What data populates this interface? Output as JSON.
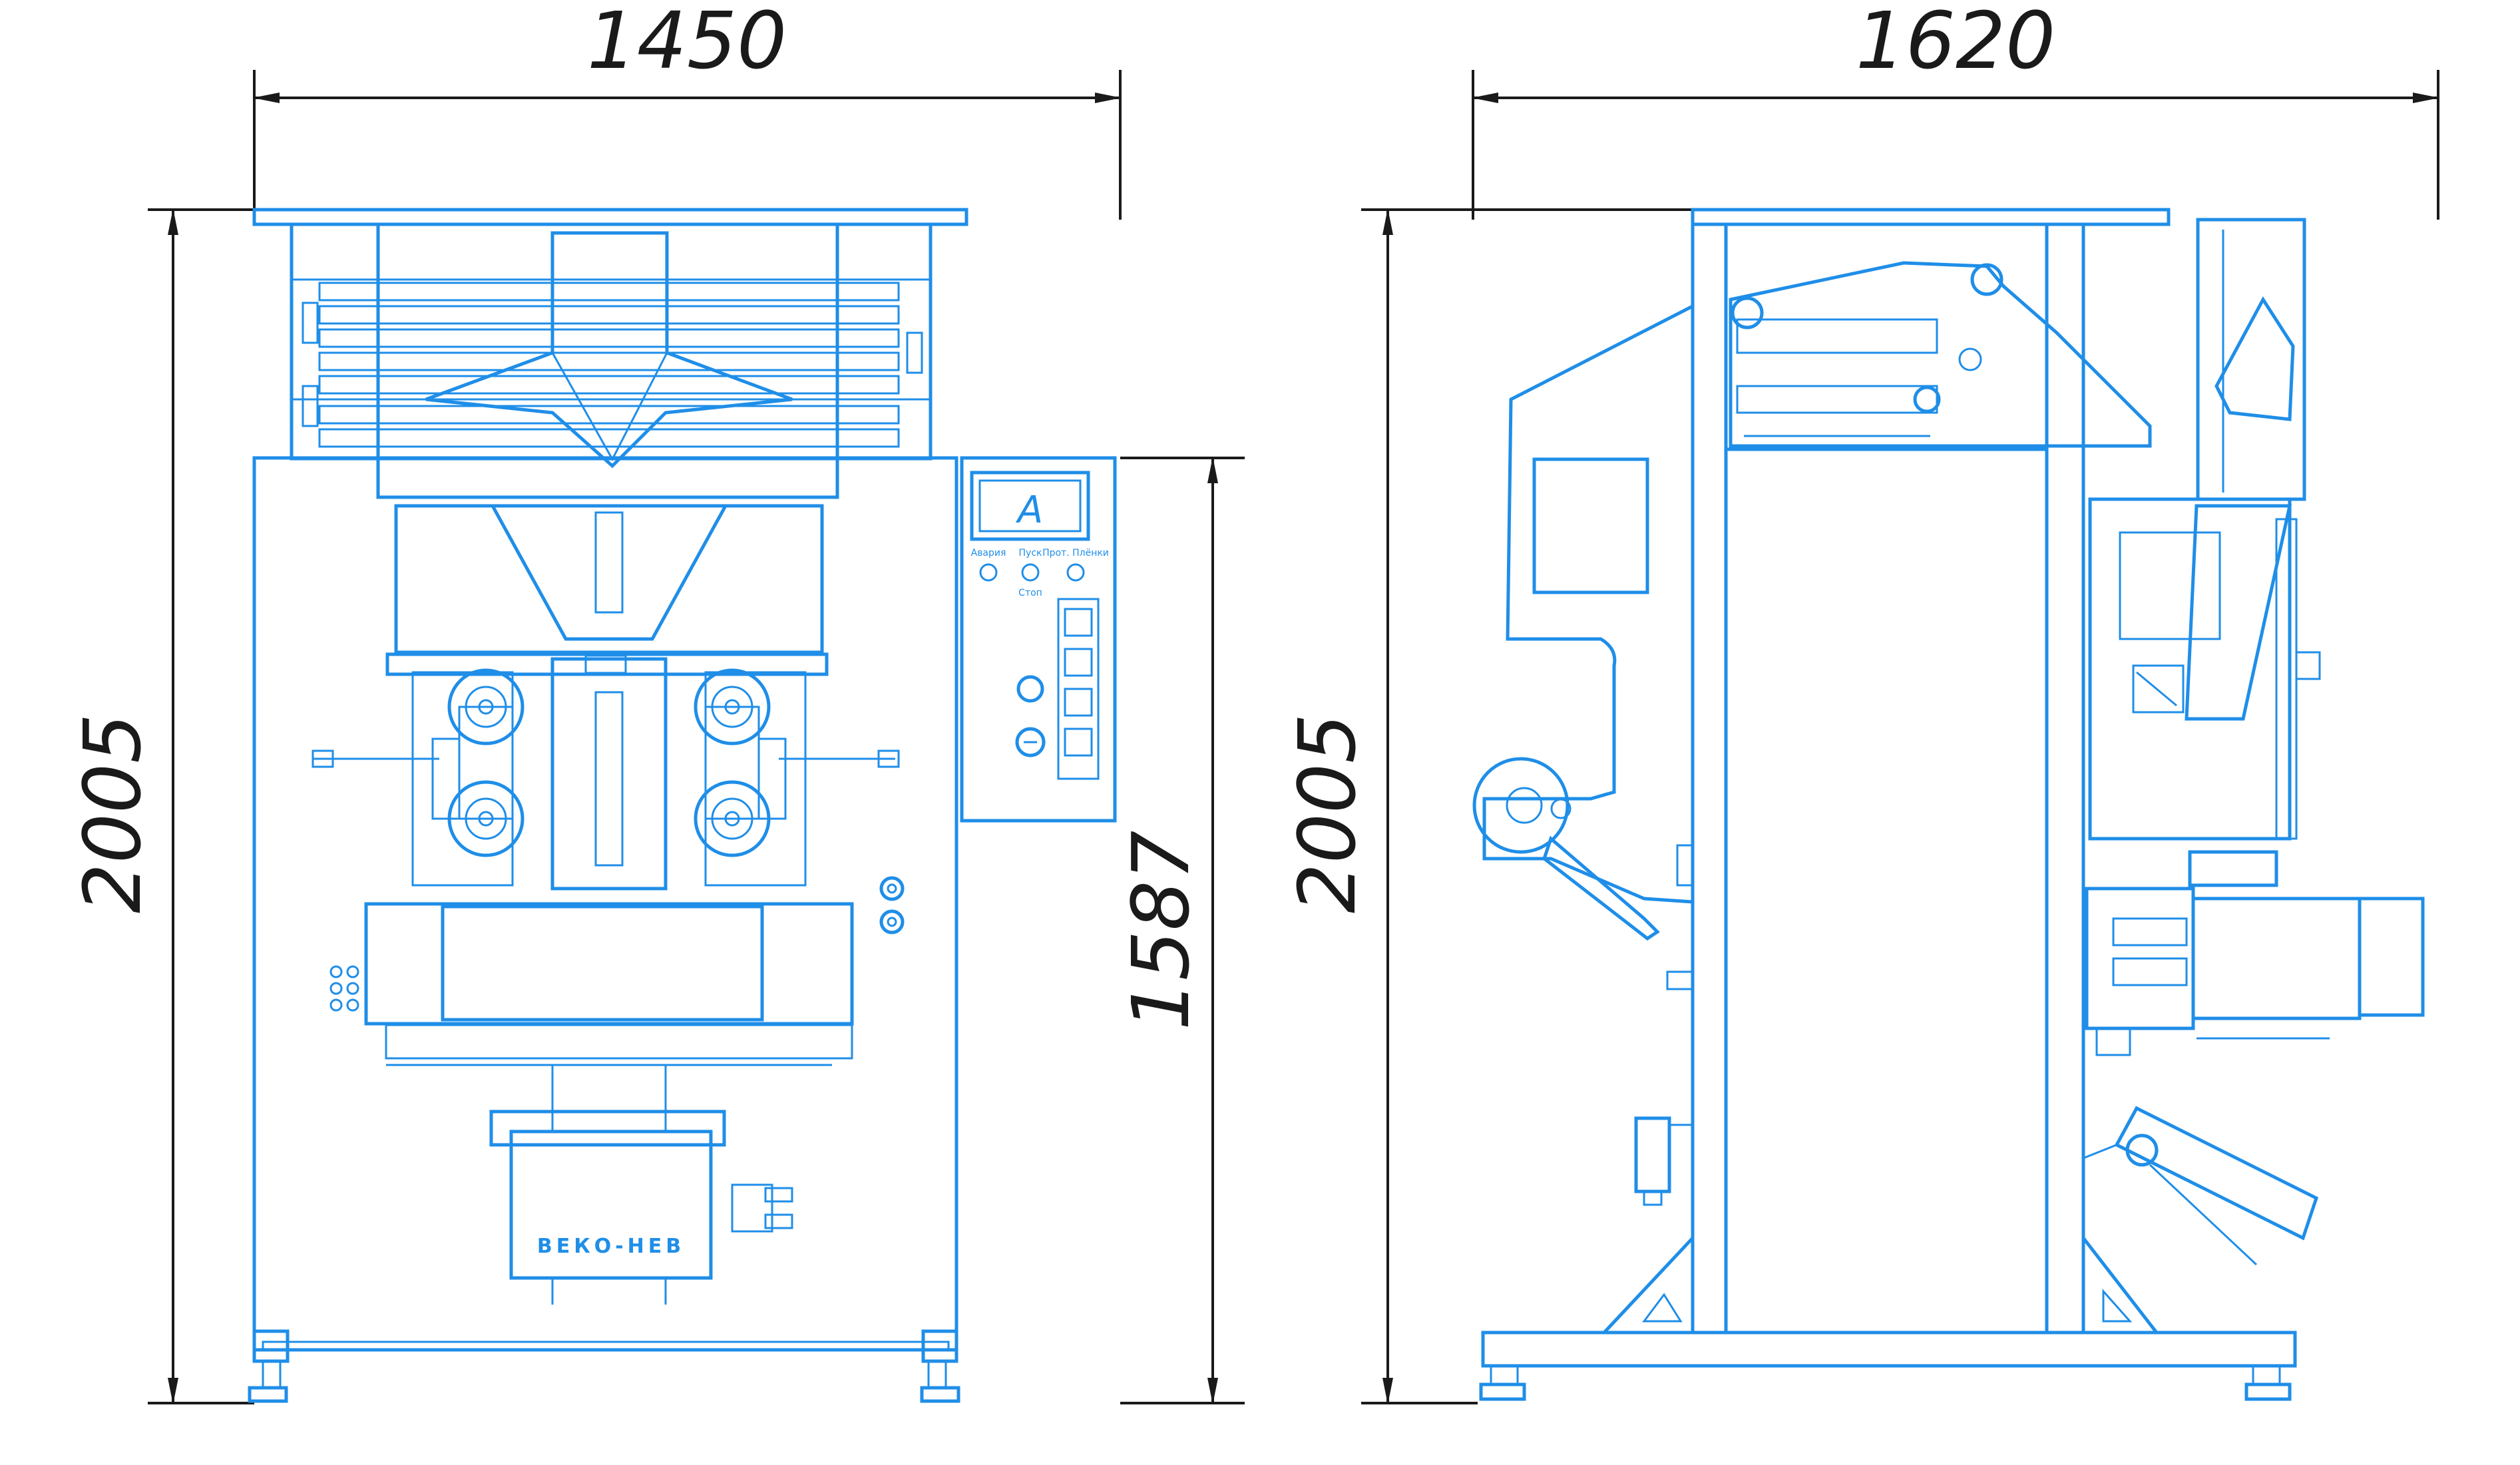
{
  "colors": {
    "line": "#1f8ee8",
    "dimension": "#1a1a1a",
    "background": "#ffffff"
  },
  "front_view": {
    "width_label": "1450",
    "height_label": "2005",
    "panel_height_label": "1587",
    "control_panel": {
      "screen_letter": "A",
      "button_labels": [
        "Авария",
        "Пуск",
        "Стоп",
        "Прот. Плёнки"
      ]
    },
    "logo_text": "ВЕКО-НЕВ"
  },
  "side_view": {
    "width_label": "1620",
    "height_label": "2005"
  }
}
